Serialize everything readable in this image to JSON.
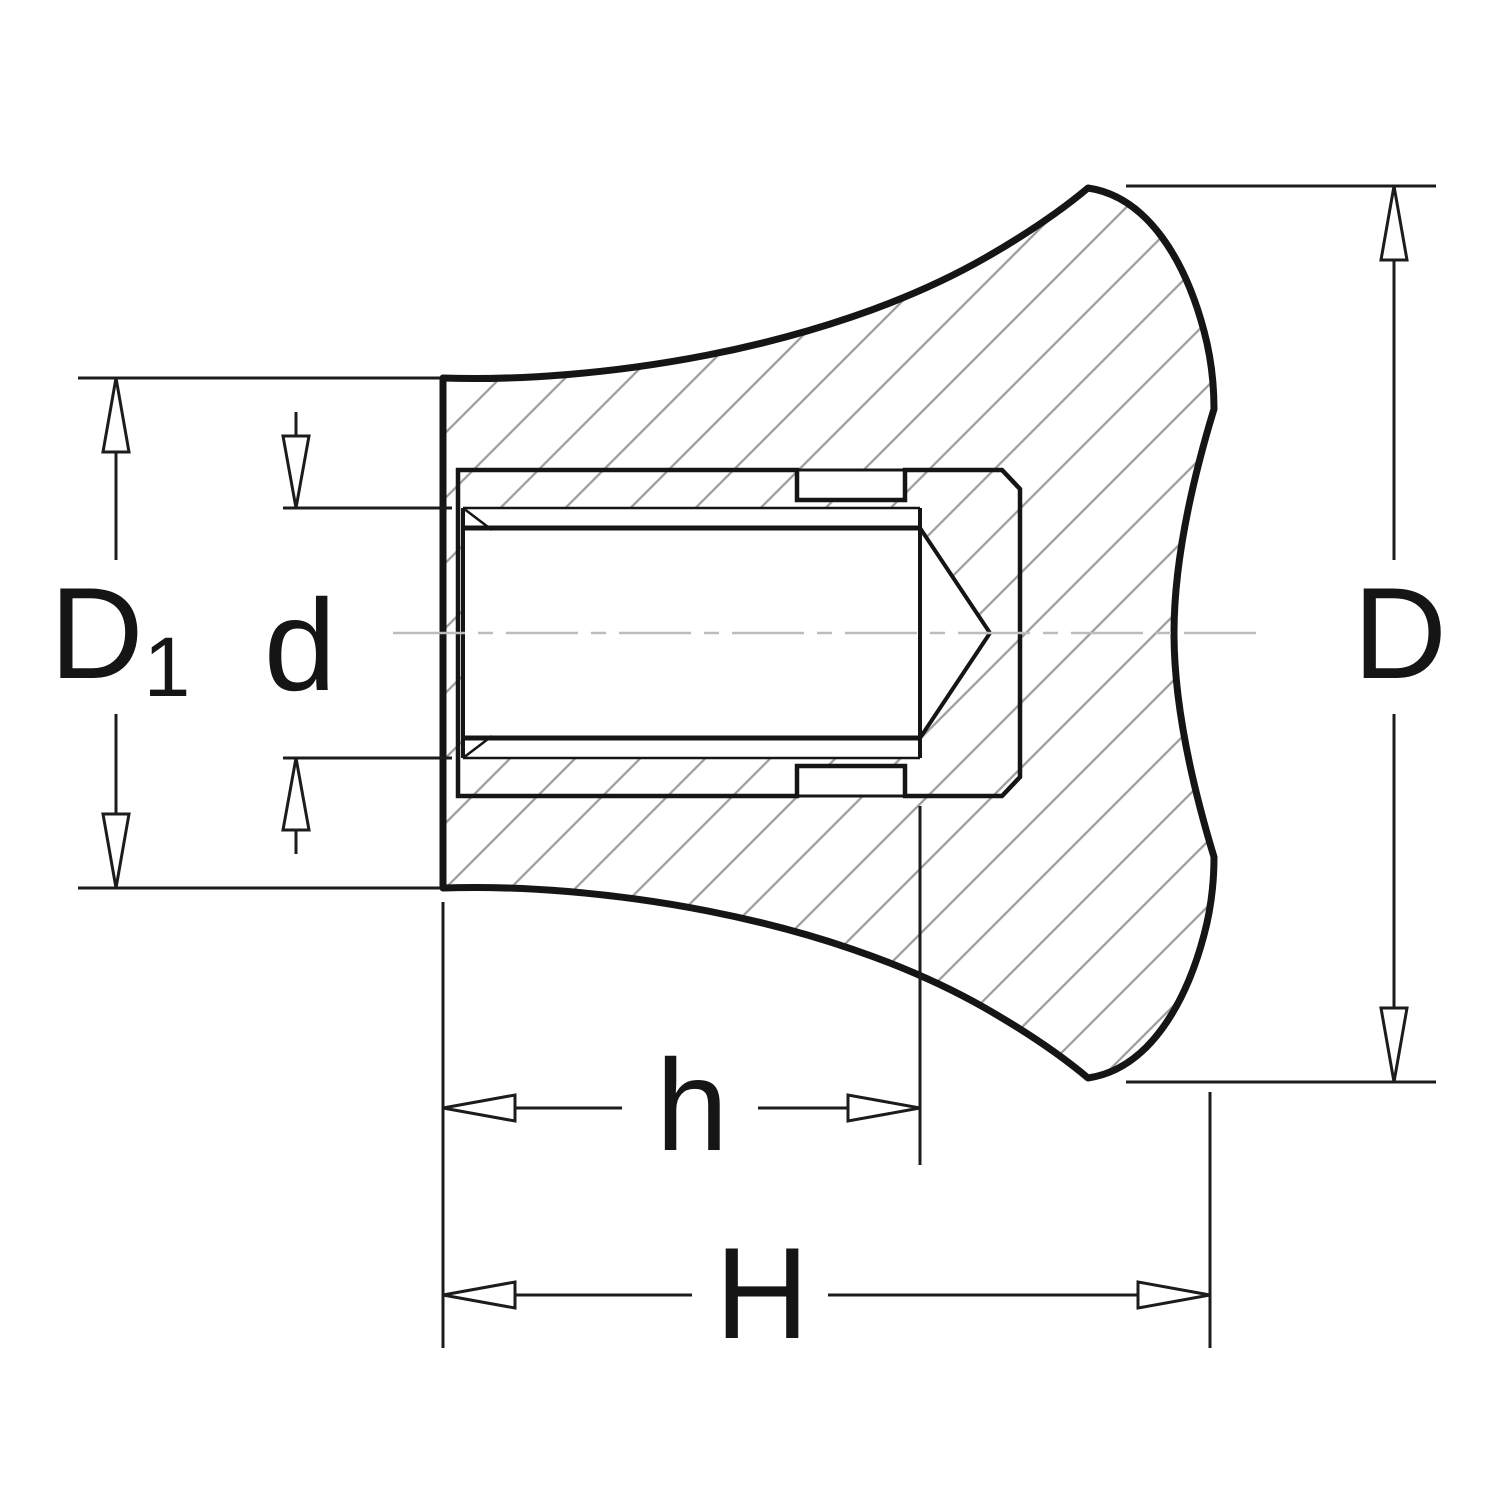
{
  "drawing": {
    "labels": {
      "hub_diameter_main": "D",
      "hub_diameter_sub": "1",
      "thread_diameter": "d",
      "outer_diameter": "D",
      "insert_length": "h",
      "overall_length": "H"
    },
    "colors": {
      "outline": "#151515",
      "thin_line": "#1c1c1c",
      "hatch": "#9c9c9c",
      "centerline": "#bcbcbc",
      "background": "#ffffff"
    }
  }
}
